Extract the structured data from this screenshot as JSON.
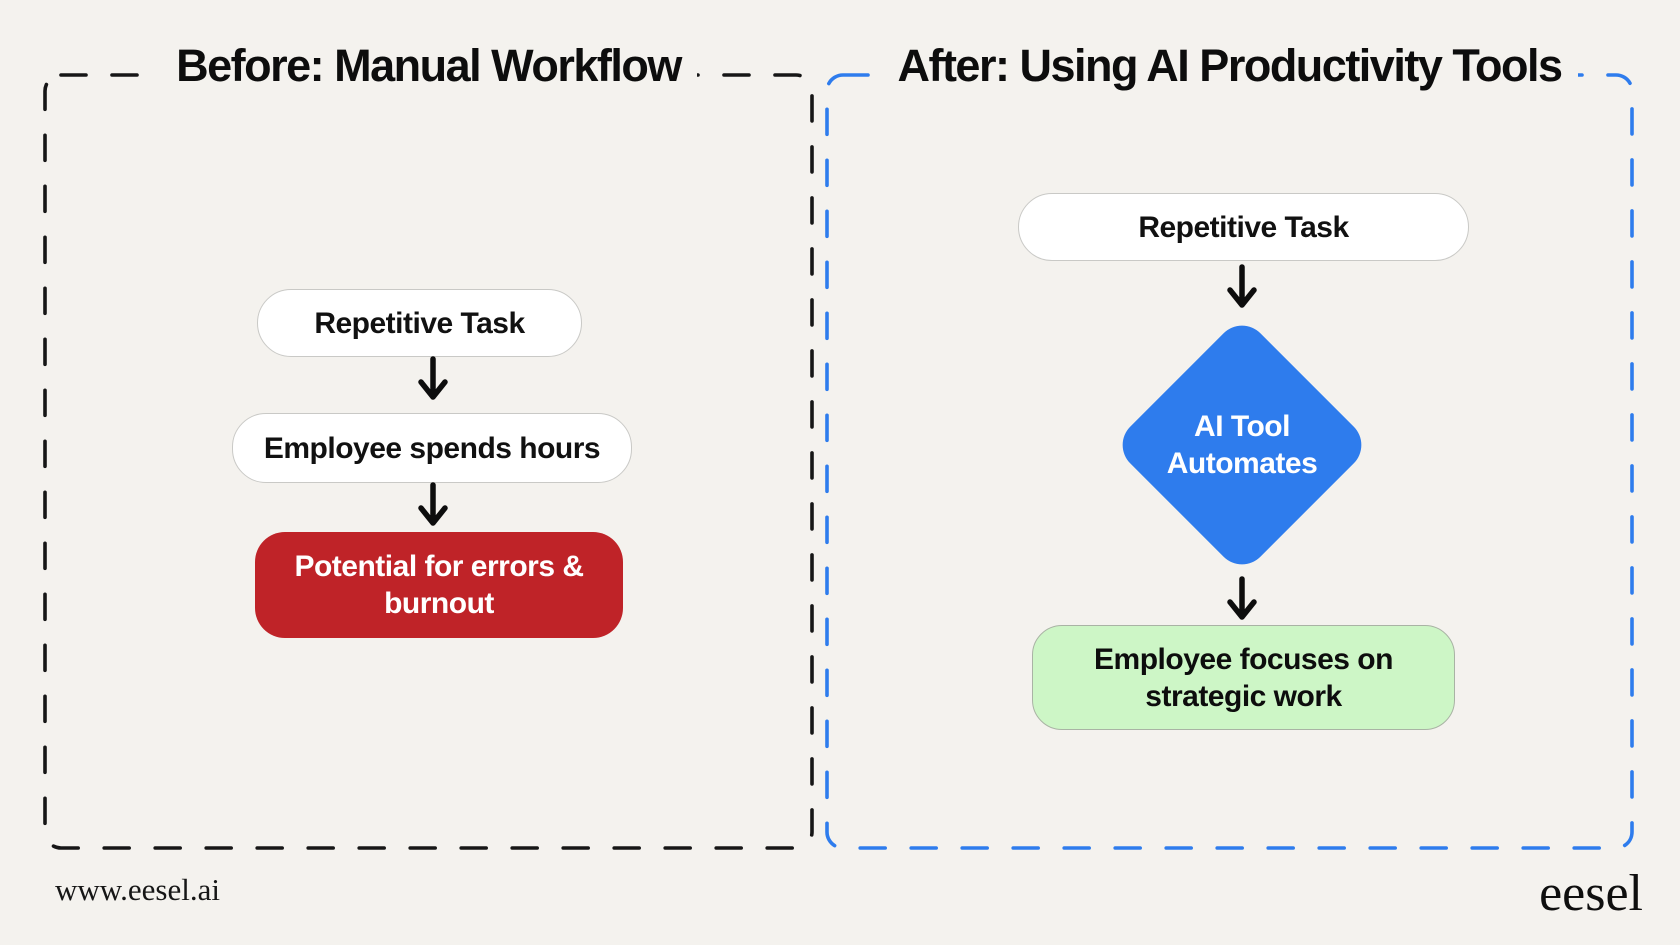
{
  "page": {
    "background_color": "#f4f2ee",
    "footer": {
      "website": "www.eesel.ai",
      "brand": "eesel"
    }
  },
  "before_panel": {
    "title": "Before: Manual Workflow",
    "border_color": "#161616",
    "nodes": {
      "repetitive_task": {
        "lines": [
          "Repetitive Task"
        ],
        "fill": "#ffffff",
        "text_color": "#111111"
      },
      "employee_spends_hours": {
        "lines": [
          "Employee spends hours"
        ],
        "fill": "#ffffff",
        "text_color": "#111111"
      },
      "errors_burnout": {
        "lines": [
          "Potential for errors &",
          "burnout"
        ],
        "fill": "#bf2328",
        "text_color": "#ffffff"
      }
    }
  },
  "after_panel": {
    "title": "After: Using AI Productivity Tools",
    "border_color": "#2e7ced",
    "nodes": {
      "repetitive_task": {
        "lines": [
          "Repetitive Task"
        ],
        "fill": "#ffffff",
        "text_color": "#111111"
      },
      "ai_tool": {
        "lines": [
          "AI Tool",
          "Automates"
        ],
        "fill": "#2e7ced",
        "text_color": "#ffffff",
        "shape": "diamond"
      },
      "strategic_work": {
        "lines": [
          "Employee focuses on",
          "strategic work"
        ],
        "fill": "#cdf6c6",
        "text_color": "#0d0d0d"
      }
    }
  }
}
